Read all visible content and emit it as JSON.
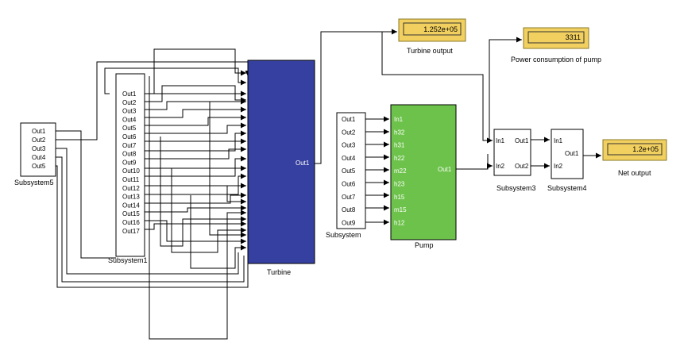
{
  "colors": {
    "turbine": "#3640a0",
    "pump": "#6cc24a",
    "display": "#f2d060",
    "wire": "#000000"
  },
  "blocks": {
    "subsystem5": {
      "label": "Subsystem5",
      "outputs": [
        "Out1",
        "Out2",
        "Out3",
        "Out4",
        "Out5"
      ]
    },
    "subsystem1": {
      "label": "Subsystem1",
      "outputs": [
        "Out1",
        "Out2",
        "Out3",
        "Out4",
        "Out5",
        "Out6",
        "Out7",
        "Out8",
        "Out9",
        "Out10",
        "Out11",
        "Out12",
        "Out13",
        "Out14",
        "Out15",
        "Out16",
        "Out17"
      ]
    },
    "turbine": {
      "label": "Turbine",
      "output": "Out1"
    },
    "subsystem": {
      "label": "Subsystem",
      "outputs": [
        "Out1",
        "Out2",
        "Out3",
        "Out4",
        "Out5",
        "Out6",
        "Out7",
        "Out8",
        "Out9"
      ]
    },
    "pump": {
      "label": "Pump",
      "inputs": [
        "In1",
        "h32",
        "h31",
        "h22",
        "m22",
        "h23",
        "h15",
        "m15",
        "h12"
      ],
      "output": "Out1"
    },
    "subsystem3": {
      "label": "Subsystem3",
      "inputs": [
        "In1",
        "In2"
      ],
      "outputs": [
        "Out1",
        "Out2"
      ]
    },
    "subsystem4": {
      "label": "Subsystem4",
      "inputs": [
        "In1",
        "In2"
      ],
      "output": "Out1"
    }
  },
  "displays": {
    "turbine_output": {
      "value": "1.252e+05",
      "label": "Turbine output"
    },
    "pump_power": {
      "value": "3311",
      "label": "Power consumption of pump"
    },
    "net_output": {
      "value": "1.2e+05",
      "label": "Net output"
    }
  }
}
